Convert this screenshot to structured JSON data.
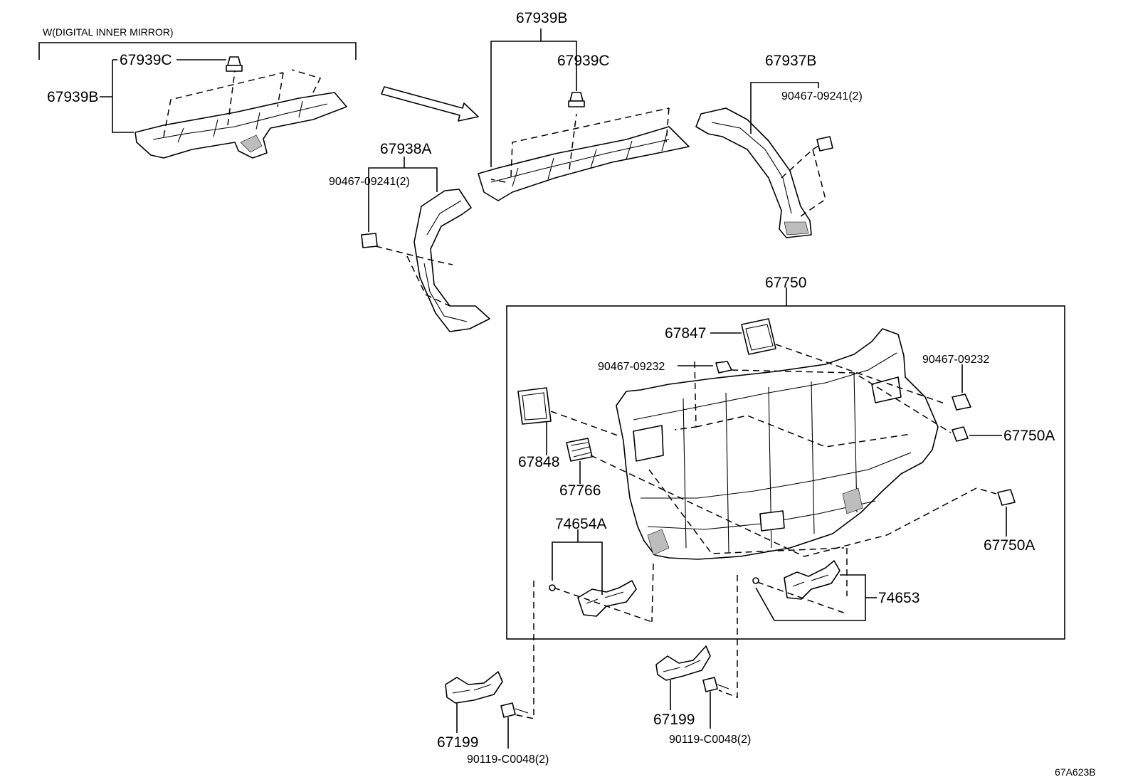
{
  "note_variant": "W(DIGITAL INNER MIRROR)",
  "figure_code": "67A623B",
  "labels": {
    "p67939B_left": "67939B",
    "p67939C_left": "67939C",
    "p67939B_top": "67939B",
    "p67939C_top": "67939C",
    "p67937B": "67937B",
    "p90467_09241_right": "90467-09241(2)",
    "p67938A": "67938A",
    "p90467_09241_left": "90467-09241(2)",
    "p67750": "67750",
    "p67847": "67847",
    "p90467_09232_left": "90467-09232",
    "p90467_09232_right": "90467-09232",
    "p67750A_upper": "67750A",
    "p67848": "67848",
    "p67766": "67766",
    "p74654A": "74654A",
    "p67750A_lower": "67750A",
    "p74653": "74653",
    "p67199_left": "67199",
    "p90119_C0048_left": "90119-C0048(2)",
    "p67199_right": "67199",
    "p90119_C0048_right": "90119-C0048(2)"
  }
}
